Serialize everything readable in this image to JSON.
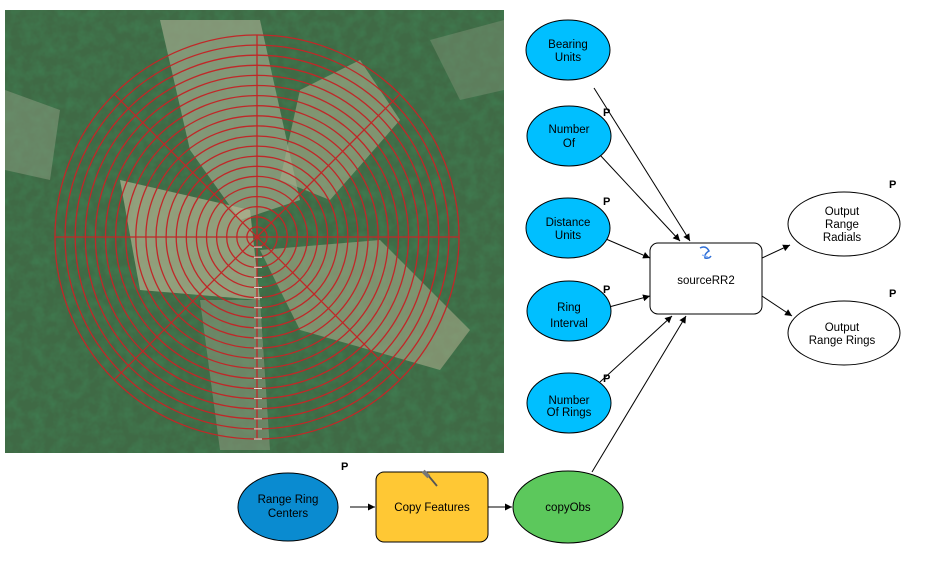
{
  "diagram": {
    "colors": {
      "variable": "#00bfff",
      "input_data": "#0a8bd0",
      "tool": "#ffc834",
      "derived": "#5cc85c",
      "output": "#ffffff",
      "model_tool": "#ffffff",
      "rings": "#c02828"
    },
    "nodes": {
      "bearing_units": {
        "lines": [
          "Bearing",
          "Units"
        ],
        "param": ""
      },
      "number_of": {
        "lines": [
          "Number",
          "Of"
        ],
        "param": "P"
      },
      "distance_units": {
        "lines": [
          "Distance",
          "Units"
        ],
        "param": "P"
      },
      "ring_interval": {
        "lines": [
          "Ring",
          "Interval"
        ],
        "param": "P"
      },
      "number_of_rings": {
        "lines": [
          "Number",
          "Of Rings"
        ],
        "param": "P"
      },
      "source_rr2": {
        "lines": [
          "sourceRR2"
        ],
        "param": ""
      },
      "output_range_radials": {
        "lines": [
          "Output",
          "Range",
          "Radials"
        ],
        "param": "P"
      },
      "output_range_rings": {
        "lines": [
          "Output",
          "Range Rings"
        ],
        "param": "P"
      },
      "range_ring_centers": {
        "lines": [
          "Range Ring",
          "Centers"
        ],
        "param": "P"
      },
      "copy_features": {
        "lines": [
          "Copy Features"
        ],
        "param": ""
      },
      "copy_obs": {
        "lines": [
          "copyObs"
        ],
        "param": ""
      }
    },
    "map_image": {
      "ring_count": 20,
      "radial_count": 8,
      "icon": "satellite-imagery"
    }
  }
}
